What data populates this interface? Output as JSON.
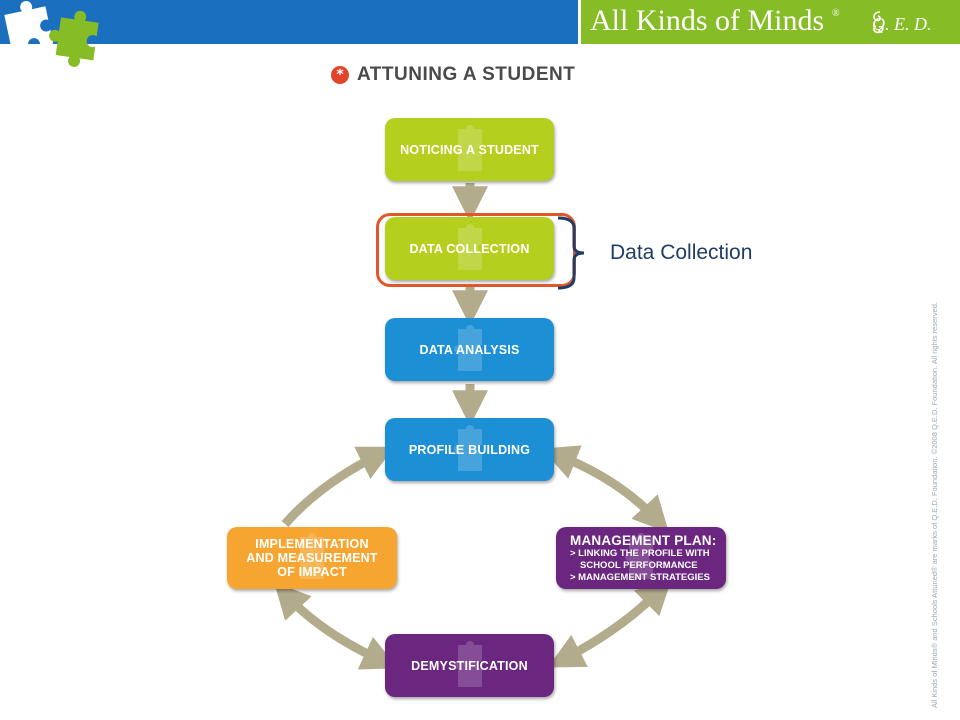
{
  "header": {
    "brand": "All Kinds of Minds",
    "brand_mark": "®",
    "qed": "Q. E. D.",
    "colors": {
      "left_bar": "#1b6fbf",
      "right_bar": "#86bc25"
    },
    "logo_icon": "puzzle-pieces-icon"
  },
  "title": {
    "icon": "asterisk-badge-icon",
    "text": "ATTUNING A STUDENT"
  },
  "nodes": {
    "noticing": "NOTICING A STUDENT",
    "data_collection": "DATA COLLECTION",
    "data_analysis": "DATA ANALYSIS",
    "profile_building": "PROFILE BUILDING",
    "implementation": {
      "line1": "IMPLEMENTATION",
      "line2": "AND MEASUREMENT",
      "line3": "OF IMPACT"
    },
    "management": {
      "head": "MANAGEMENT PLAN:",
      "sub1": "> LINKING THE PROFILE WITH",
      "sub2": "SCHOOL PERFORMANCE",
      "sub3": "> MANAGEMENT STRATEGIES"
    },
    "demystification": "DEMYSTIFICATION"
  },
  "callout": {
    "text": "Data Collection",
    "highlight_color": "#e1572b",
    "text_color": "#1f3d66"
  },
  "colors": {
    "green": "#b5cf1f",
    "blue": "#1d8fd4",
    "purple": "#6b2680",
    "orange": "#f7a531",
    "arrow": "#b3ac8c"
  },
  "side_credit": "All Kinds of Minds® and Schools Attuned® are marks of Q.E.D. Foundation. ©2008 Q.E.D. Foundation. All rights reserved."
}
